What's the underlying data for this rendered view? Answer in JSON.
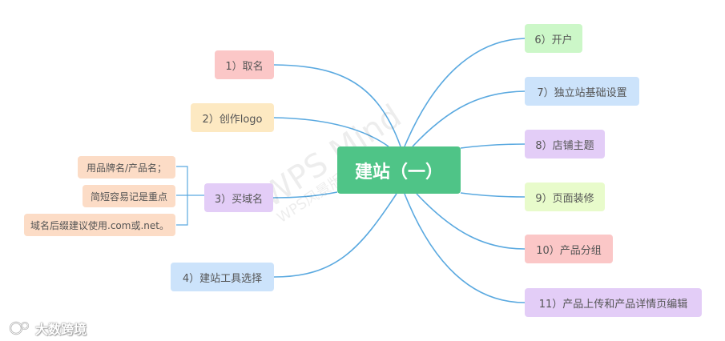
{
  "central": "建站（一）",
  "left_nodes": [
    {
      "label": "1）取名"
    },
    {
      "label": "2）创作logo"
    },
    {
      "label": "3）买域名"
    },
    {
      "label": "4）建站工具选择"
    }
  ],
  "sub_nodes": [
    {
      "label": "用品牌名/产品名；"
    },
    {
      "label": "简短容易记是重点"
    },
    {
      "label": "域名后缀建议使用.com或.net。"
    }
  ],
  "right_nodes": [
    {
      "label": "6）开户"
    },
    {
      "label": "7）独立站基础设置"
    },
    {
      "label": "8）店铺主题"
    },
    {
      "label": "9）页面装修"
    },
    {
      "label": "10）产品分组"
    },
    {
      "label": "11）产品上传和产品详情页编辑"
    }
  ],
  "watermark": {
    "main": "WPS Mind",
    "sub": "WPS风景版权所有"
  },
  "logo": {
    "text": "大数跨境"
  },
  "colors": {
    "line": "#5aa9e0",
    "central": "#4fc487",
    "bracket": "#5aa9e0"
  }
}
